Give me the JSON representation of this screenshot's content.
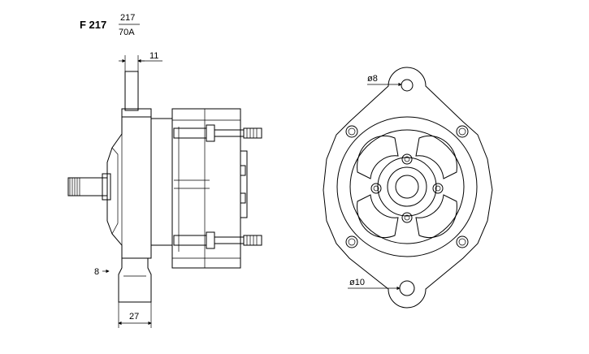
{
  "header": {
    "model": "F 217",
    "fraction_top": "217",
    "fraction_bottom": "70A"
  },
  "dimensions": {
    "top_width": "11",
    "side_offset": "8",
    "bottom_width": "27",
    "upper_hole": "ø8",
    "lower_hole": "ø10"
  }
}
